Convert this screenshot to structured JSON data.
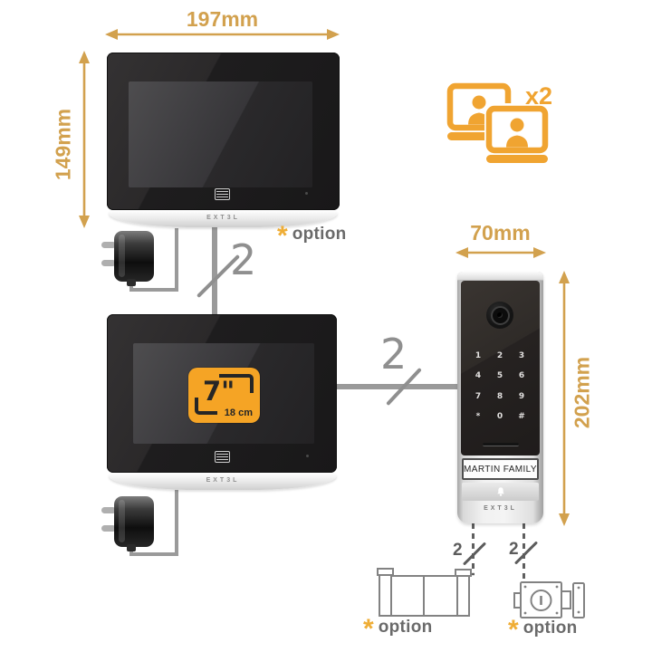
{
  "colors": {
    "gold": "#D2A14E",
    "orange": "#F0A431",
    "badge_orange": "#F5A425",
    "wire_gray": "#9A9A9A",
    "dark": "#1C1C1E"
  },
  "dims": {
    "monitor_width": "197mm",
    "monitor_height": "149mm",
    "door_width": "70mm",
    "door_height": "202mm"
  },
  "multiplier_label": "x2",
  "wires": {
    "monitor_bus": "2",
    "door_bus": "2",
    "gate_wire": "2",
    "lock_wire": "2"
  },
  "options": {
    "asterisk": "*",
    "monitor_option": "option",
    "gate_option": "option",
    "lock_option": "option"
  },
  "monitor_top": {
    "brand": "EXT3L"
  },
  "monitor_main": {
    "brand": "EXT3L",
    "screen_size": "7\"",
    "screen_size_cm": "18 cm"
  },
  "door_station": {
    "brand": "EXT3L",
    "nameplate": "MARTIN FAMILY",
    "keypad": [
      [
        "1",
        "2",
        "3"
      ],
      [
        "4",
        "5",
        "6"
      ],
      [
        "7",
        "8",
        "9"
      ],
      [
        "*",
        "0",
        "#"
      ]
    ]
  }
}
